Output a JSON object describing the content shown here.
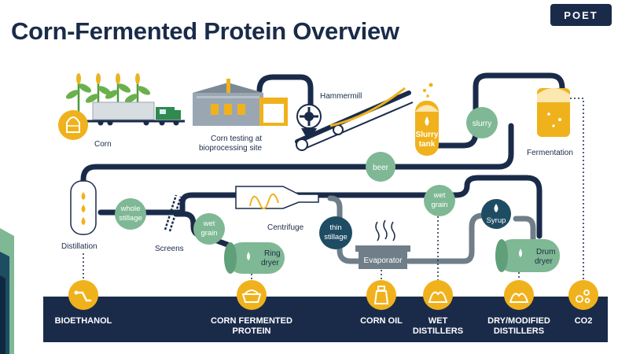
{
  "header": {
    "title": "Corn-Fermented Protein Overview",
    "logo": "POET"
  },
  "colors": {
    "navy": "#1a2b4a",
    "gold": "#f0b21c",
    "green": "#7fb894",
    "teal": "#1e4c63",
    "gray": "#6f7e88",
    "pale": "#fbe7b0"
  },
  "process": {
    "corn": "Corn",
    "testing_line1": "Corn testing at",
    "testing_line2": "bioprocessing site",
    "hammermill": "Hammermill",
    "slurry_tank_line1": "Slurry",
    "slurry_tank_line2": "tank",
    "slurry": "slurry",
    "fermentation": "Fermentation",
    "beer": "beer",
    "distillation": "Distillation",
    "whole_stillage_line1": "whole",
    "whole_stillage_line2": "stillage",
    "screens": "Screens",
    "wet_grain_1_line1": "wet",
    "wet_grain_1_line2": "grain",
    "centrifuge": "Centrifuge",
    "ring_dryer_line1": "Ring",
    "ring_dryer_line2": "dryer",
    "thin_stillage_line1": "thin",
    "thin_stillage_line2": "stillage",
    "evaporator": "Evaporator",
    "wet_grain_2_line1": "wet",
    "wet_grain_2_line2": "grain",
    "syrup": "Syrup",
    "drum_dryer_line1": "Drum",
    "drum_dryer_line2": "dryer"
  },
  "products": {
    "bioethanol": "BIOETHANOL",
    "cfp_line1": "CORN FERMENTED",
    "cfp_line2": "PROTEIN",
    "corn_oil": "CORN OIL",
    "wet_line1": "WET",
    "wet_line2": "DISTILLERS",
    "dry_line1": "DRY/MODIFIED",
    "dry_line2": "DISTILLERS",
    "co2": "CO2"
  }
}
